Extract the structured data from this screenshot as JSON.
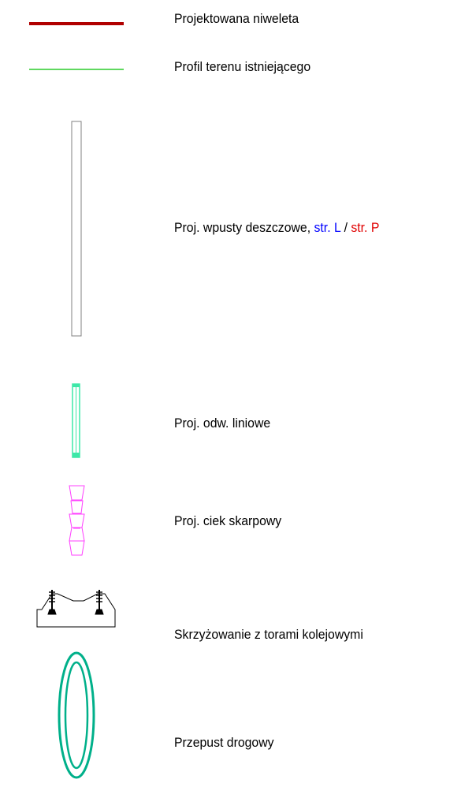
{
  "legend": {
    "items": [
      {
        "id": "niweleta",
        "label": "Projektowana niweleta",
        "color": "#b00000"
      },
      {
        "id": "teren",
        "label": "Profil terenu istniejącego",
        "color": "#00c000"
      },
      {
        "id": "wpusty",
        "label_prefix": "Proj. wpusty deszczowe, ",
        "label_left": "str. L",
        "label_sep": " / ",
        "label_right": "str. P",
        "color_left": "#0000ff",
        "color_right": "#e00000",
        "symbol_color": "#808080"
      },
      {
        "id": "odwodnienie",
        "label": "Proj. odw. liniowe",
        "color": "#3de8a8"
      },
      {
        "id": "ciek",
        "label": "Proj. ciek skarpowy",
        "color": "#ff40ff"
      },
      {
        "id": "kolej",
        "label": "Skrzyżowanie z torami kolejowymi",
        "color": "#000000"
      },
      {
        "id": "przepust",
        "label": "Przepust drogowy",
        "color": "#00b08a"
      }
    ]
  }
}
